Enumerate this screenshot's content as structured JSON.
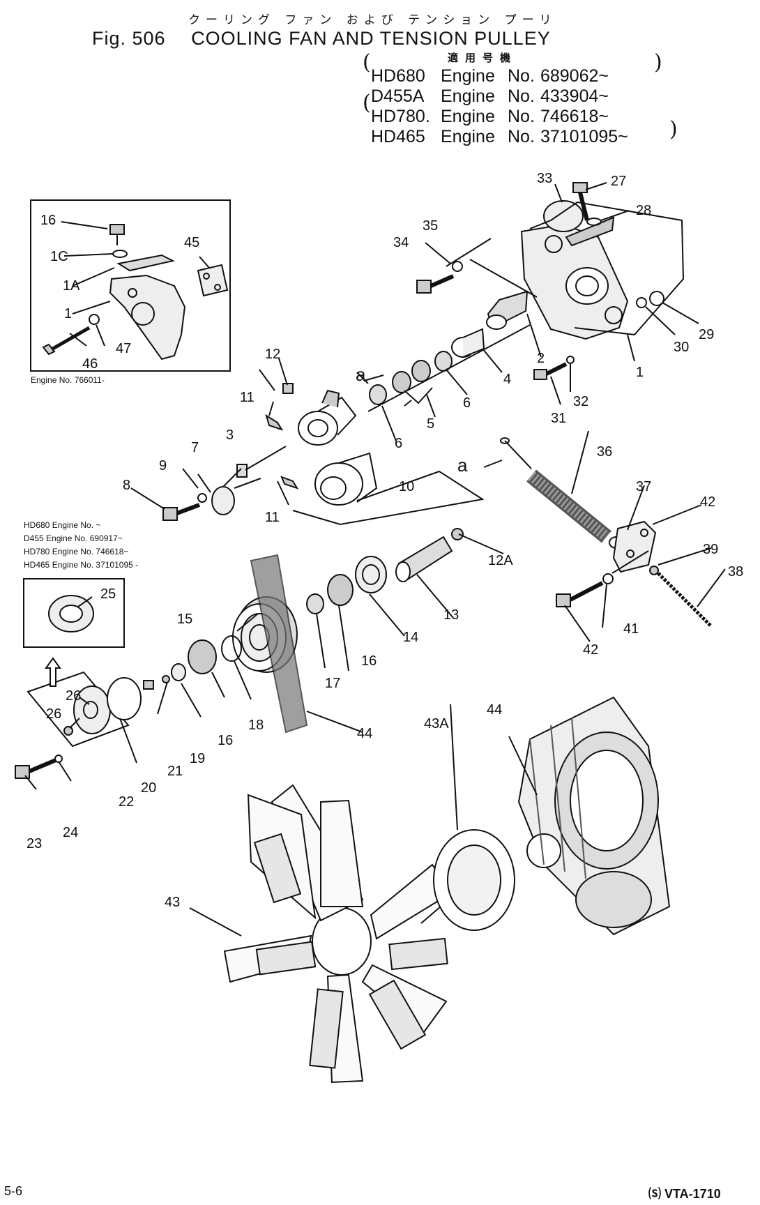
{
  "header": {
    "japanese_title": "クーリング ファン および テンション プーリ",
    "fig_label": "Fig. 506",
    "title": "COOLING FAN AND TENSION PULLEY"
  },
  "applicability": {
    "header_jp": "適用号機",
    "rows": [
      {
        "model": "HD680",
        "engine": "Engine",
        "no": "No.",
        "serial": "689062~"
      },
      {
        "model": "D455A",
        "engine": "Engine",
        "no": "No.",
        "serial": "433904~"
      },
      {
        "model": "HD780.",
        "engine": "Engine",
        "no": "No.",
        "serial": "746618~"
      },
      {
        "model": "HD465",
        "engine": "Engine",
        "no": "No.",
        "serial": "37101095~"
      }
    ]
  },
  "inset_box_note": "Engine No. 766011-",
  "mid_note_lines": [
    "HD680 Engine No. ~",
    "D455 Engine No. 690917~",
    "HD780 Engine No. 746618~",
    "HD465 Engine No. 37101095 -"
  ],
  "callouts": {
    "c1": "1",
    "c2": "2",
    "c3": "3",
    "c4": "4",
    "c5": "5",
    "c6a": "6",
    "c6b": "6",
    "c7": "7",
    "c8": "8",
    "c9": "9",
    "c10": "10",
    "c11a": "11",
    "c11b": "11",
    "c12": "12",
    "c12a": "12A",
    "c13": "13",
    "c14": "14",
    "c15": "15",
    "c16a": "16",
    "c16b": "16",
    "c17": "17",
    "c18": "18",
    "c19": "19",
    "c20": "20",
    "c21": "21",
    "c22": "22",
    "c23": "23",
    "c24": "24",
    "c25": "25",
    "c26a": "26",
    "c26b": "26",
    "c27": "27",
    "c28": "28",
    "c29": "29",
    "c30": "30",
    "c31": "31",
    "c32": "32",
    "c33": "33",
    "c34": "34",
    "c35": "35",
    "c36": "36",
    "c37": "37",
    "c38": "38",
    "c39": "39",
    "c41": "41",
    "c42a": "42",
    "c42b": "42",
    "c43": "43",
    "c43a": "43A",
    "c44a": "44",
    "c44b": "44",
    "c45": "45",
    "c46": "46",
    "c47": "47",
    "ca1": "a",
    "ca2": "a",
    "inset16": "16",
    "inset1c": "1C",
    "inset1a": "1A",
    "inset1": "1"
  },
  "footer": {
    "page": "5-6",
    "code": "VTA-1710"
  }
}
